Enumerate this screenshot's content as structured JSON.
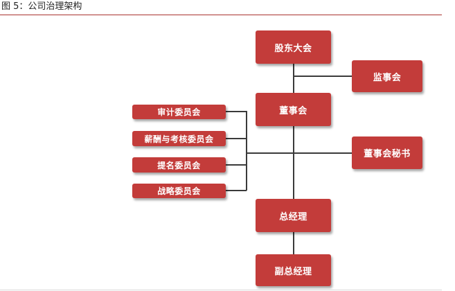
{
  "figure_title": "图 5：公司治理架构",
  "nodes": {
    "shareholders_meeting": "股东大会",
    "supervisory_board": "监事会",
    "board_of_directors": "董事会",
    "board_secretary": "董事会秘书",
    "general_manager": "总经理",
    "deputy_general_manager": "副总经理",
    "audit_committee": "审计委员会",
    "compensation_committee": "薪酬与考核委员会",
    "nomination_committee": "提名委员会",
    "strategy_committee": "战略委员会"
  },
  "colors": {
    "box_fill": "#c33c3a",
    "box_text": "#ffffff",
    "connector": "#3a3a3a",
    "title_rule": "#a8322e"
  }
}
